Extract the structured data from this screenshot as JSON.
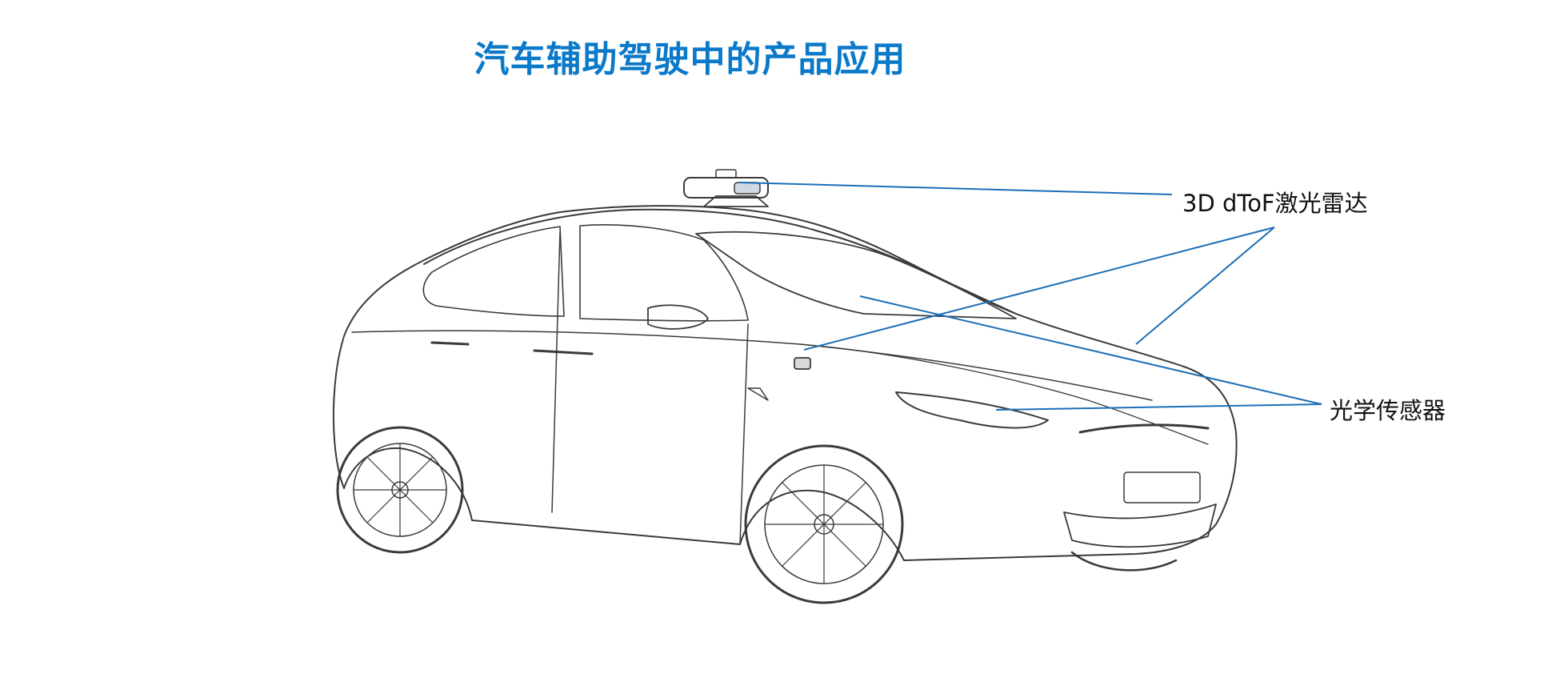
{
  "title": "汽车辅助驾驶中的产品应用",
  "labels": {
    "lidar": "3D dToF激光雷达",
    "optical_sensor": "光学传感器"
  },
  "colors": {
    "title": "#0a79c9",
    "leader_lines": "#1b6fb8",
    "sketch": "#3a3a3a"
  },
  "illustration": "car-sketch"
}
